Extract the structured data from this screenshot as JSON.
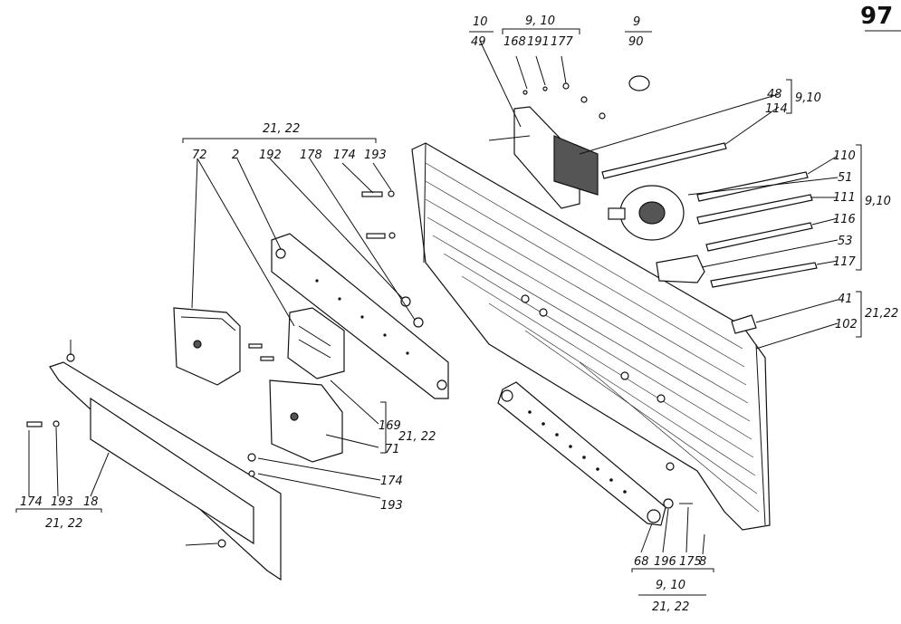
{
  "page_number": "97",
  "labels": {
    "l10_49_top": "10",
    "l10_49_bot": "49",
    "l9_10": "9, 10",
    "l168": "168",
    "l191": "191",
    "l177_top": "177",
    "l9_90_top": "9",
    "l9_90_bot": "90",
    "l48": "48",
    "l114": "114",
    "l9_10_r1": "9,10",
    "l110": "110",
    "l51": "51",
    "l111": "111",
    "l116": "116",
    "l53": "53",
    "l117": "117",
    "l9_10_r2": "9,10",
    "l41": "41",
    "l102": "102",
    "l21_22_r": "21,22",
    "l21_22_top": "21, 22",
    "l72": "72",
    "l2": "2",
    "l192": "192",
    "l178": "178",
    "l174_top": "174",
    "l193_top": "193",
    "l169": "169",
    "l71": "71",
    "l21_22_mid": "21, 22",
    "l174_mid": "174",
    "l193_mid": "193",
    "l174_bl": "174",
    "l193_bl": "193",
    "l18_bl": "18",
    "l21_22_bl": "21, 22",
    "l68": "68",
    "l196": "196",
    "l175": "175",
    "l8": "8",
    "l9_10_bot": "9, 10",
    "l21_22_bot": "21, 22"
  }
}
